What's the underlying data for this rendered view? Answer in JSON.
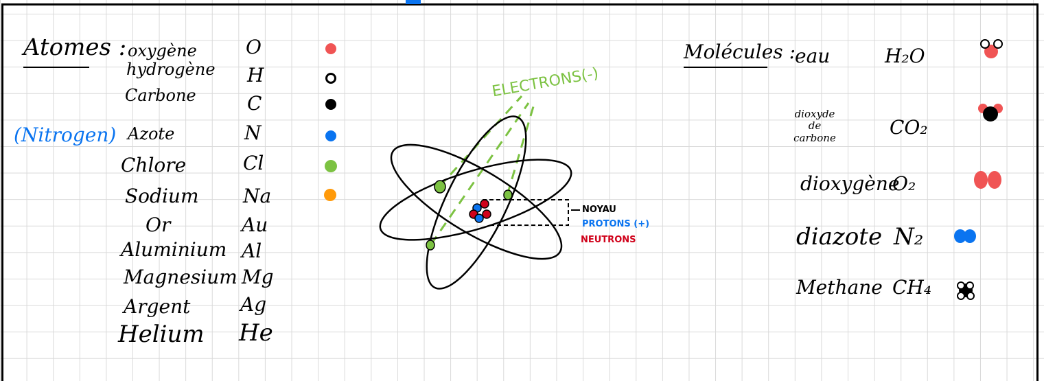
{
  "atomes": {
    "heading": "Atomes :",
    "note": "(Nitrogen)",
    "rows": [
      {
        "name": "oxygène",
        "symbol": "O",
        "color": "#f05454"
      },
      {
        "name": "hydrogène",
        "symbol": "H",
        "color": "#ffffff"
      },
      {
        "name": "Carbone",
        "symbol": "C",
        "color": "#000000"
      },
      {
        "name": "Azote",
        "symbol": "N",
        "color": "#0a74f0"
      },
      {
        "name": "Chlore",
        "symbol": "Cl",
        "color": "#7cc242"
      },
      {
        "name": "Sodium",
        "symbol": "Na",
        "color": "#ff9a0a"
      },
      {
        "name": "Or",
        "symbol": "Au"
      },
      {
        "name": "Aluminium",
        "symbol": "Al"
      },
      {
        "name": "Magnesium",
        "symbol": "Mg"
      },
      {
        "name": "Argent",
        "symbol": "Ag"
      },
      {
        "name": "Helium",
        "symbol": "He"
      }
    ]
  },
  "atom_diagram": {
    "electrons_label": "ELECTRONS(-)",
    "noyau_label": "NOYAU",
    "protons_label": "PROTONS (+)",
    "neutrons_label": "NEUTRONS",
    "colors": {
      "electron": "#7cc242",
      "proton": "#0a74f0",
      "neutron": "#d0021b"
    }
  },
  "molecules": {
    "heading": "Molécules :",
    "rows": [
      {
        "name": "eau",
        "formula": "H₂O",
        "icon": "water-molecule-icon"
      },
      {
        "name": "dioxyde de carbone",
        "formula": "CO₂",
        "icon": "carbon-dioxide-molecule-icon"
      },
      {
        "name": "dioxygène",
        "formula": "O₂",
        "icon": "dioxygen-molecule-icon"
      },
      {
        "name": "diazote",
        "formula": "N₂",
        "icon": "dinitrogen-molecule-icon"
      },
      {
        "name": "Methane",
        "formula": "CH₄",
        "icon": "methane-molecule-icon"
      }
    ]
  }
}
